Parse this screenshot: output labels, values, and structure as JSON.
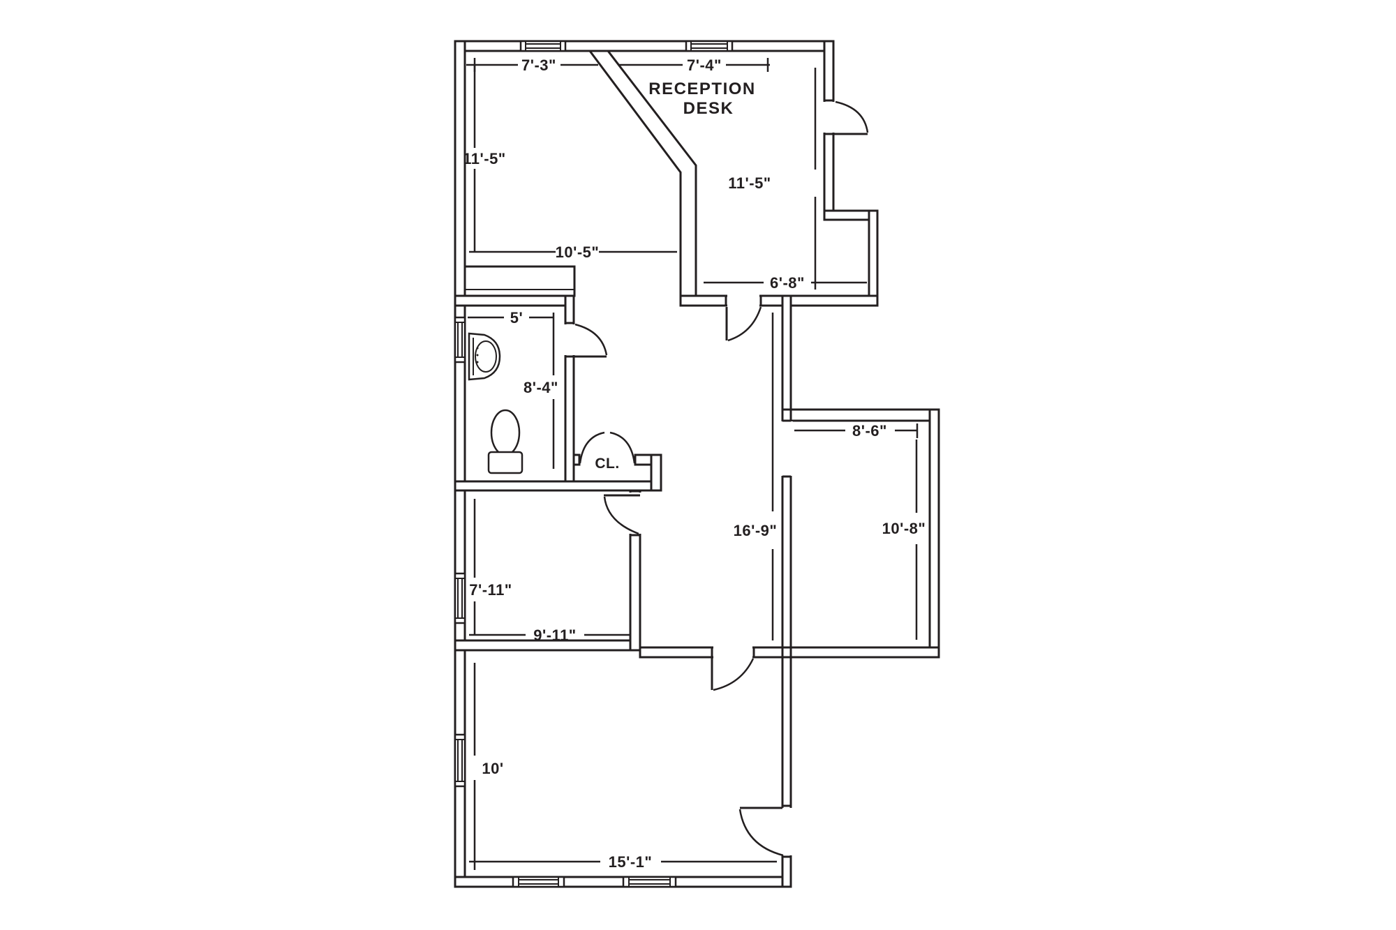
{
  "plan_title": "office floor plan",
  "colors": {
    "line": "#231f20",
    "background": "#ffffff"
  },
  "labels": {
    "reception_line1": "RECEPTION",
    "reception_line2": "DESK",
    "closet": "CL."
  },
  "dimensions": {
    "top_left_room_width": "7'-3\"",
    "reception_top_width": "7'-4\"",
    "top_left_room_height": "11'-5\"",
    "reception_height": "11'-5\"",
    "top_left_room_bottom": "10'-5\"",
    "reception_bottom": "6'-8\"",
    "bathroom_width": "5'",
    "bathroom_height": "8'-4\"",
    "hall_length": "16'-9\"",
    "right_room_width": "8'-6\"",
    "right_room_height": "10'-8\"",
    "office_height": "7'-11\"",
    "office_width": "9'-11\"",
    "bottom_room_height": "10'",
    "bottom_room_width": "15'-1\""
  }
}
